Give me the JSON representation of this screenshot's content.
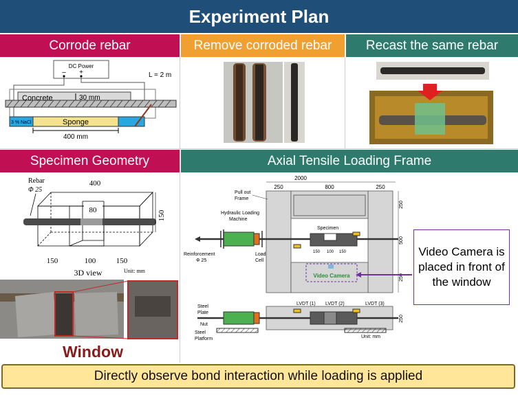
{
  "title": "Experiment Plan",
  "colors": {
    "title_bg": "#1f4e79",
    "corrode": "#c00f52",
    "remove": "#f0a030",
    "recast": "#2e7b6e",
    "footer_bg": "#ffe699"
  },
  "panels": {
    "corrode": {
      "header": "Corrode rebar",
      "dc_power": "DC Power",
      "minus": "–",
      "plus": "+",
      "length": "L = 2 m",
      "concrete": "Concrete",
      "cover": "30 mm",
      "nacl": "3 % NaCl",
      "sponge": "Sponge",
      "width": "400 mm"
    },
    "remove": {
      "header": "Remove corroded rebar"
    },
    "recast": {
      "header": "Recast the same rebar"
    },
    "geometry": {
      "header": "Specimen Geometry",
      "rebar_label": "Rebar",
      "rebar_dia": "Φ 25",
      "top_dim": "400",
      "window_dim": "80",
      "height_dim": "150",
      "bottom_dims": [
        "150",
        "100",
        "150"
      ],
      "view_label": "3D view",
      "unit": "Unit: mm",
      "window_label": "Window"
    },
    "frame": {
      "header": "Axial Tensile Loading Frame",
      "total_dim": "2000",
      "top_dims": [
        "250",
        "800",
        "250"
      ],
      "right_dims": [
        "250",
        "500",
        "250"
      ],
      "pullout_frame": "Pull out\nFrame",
      "hydraulic": "Hydraulic Loading\nMachine",
      "specimen": "Specimen",
      "specimen_dims": [
        "150",
        "100",
        "150"
      ],
      "reinforcement": "Reinforcement\nΦ 25",
      "load_cell": "Load\nCell",
      "video_camera": "Video Camera",
      "steel_plate": "Steel\nPlate",
      "nut": "Nut",
      "steel_platform": "Steel\nPlatform",
      "lvdt": [
        "LVDT (1)",
        "LVDT (2)",
        "LVDT (3)"
      ],
      "lower_dim": "250",
      "unit": "Unit: mm"
    },
    "callout": {
      "text": "Video Camera is placed in front of the window"
    }
  },
  "footer": "Directly observe bond interaction while loading is applied"
}
